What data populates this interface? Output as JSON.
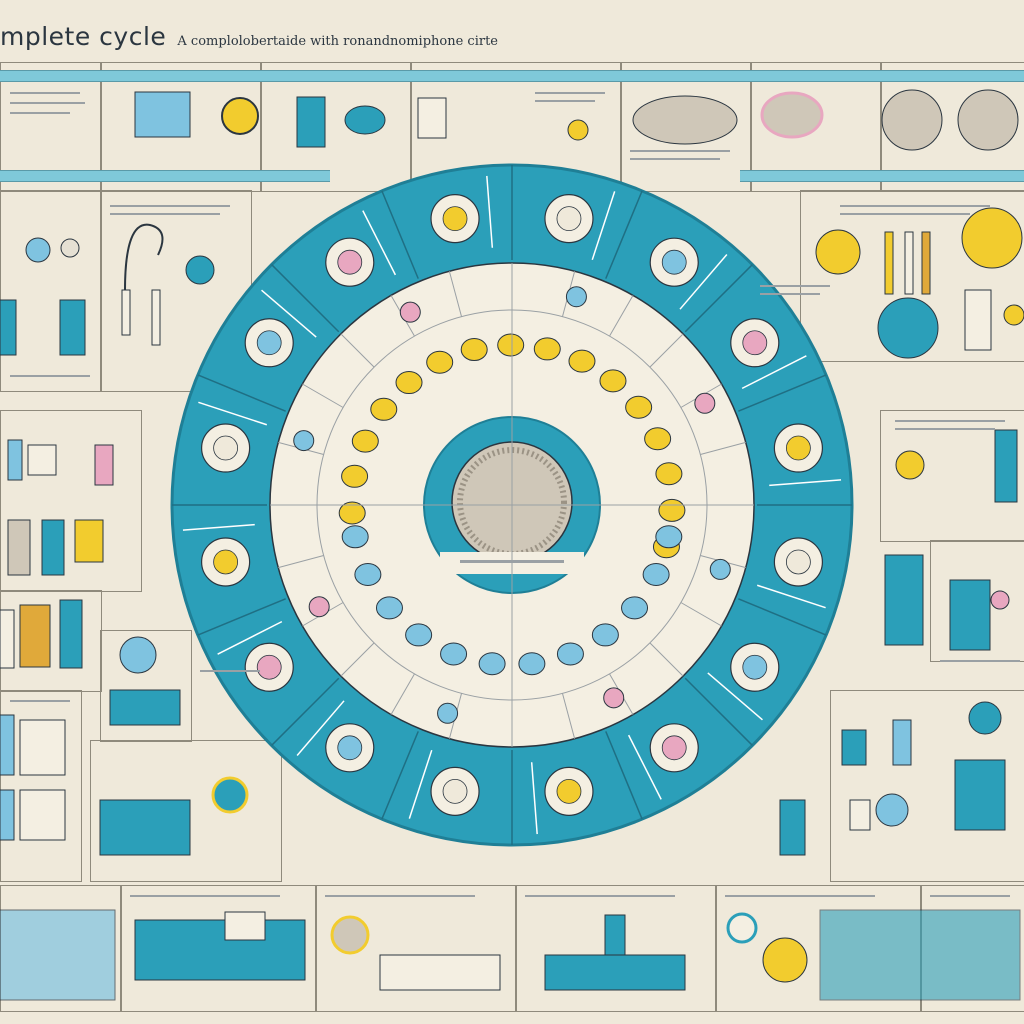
{
  "title": {
    "main": "mplete cycle",
    "sub": "A complolobertaide with ronandnomiphone cirte"
  },
  "colors": {
    "background": "#efe9da",
    "ring_outer": "#2b9fb9",
    "ring_dark": "#1f7f96",
    "header_band": "#7fc9d9",
    "yellow": "#f2cc2e",
    "light_blue": "#7fc3e0",
    "pink": "#e8a7c0",
    "ink": "#2b3640"
  },
  "icons": {
    "outer_ring": [
      "egg-cell-icon",
      "petri-dish-icon",
      "sample-dish-icon",
      "tissue-icon",
      "microscope-slide-icon",
      "pink-cell-icon",
      "embryo-icon",
      "organ-icon",
      "ultrasound-icon",
      "capsule-icon",
      "ovary-icon",
      "dish-icon",
      "pink-sample-icon",
      "cell-cluster-icon",
      "drop-icon",
      "vial-icon"
    ],
    "middle_yellow": 16,
    "middle_blue": 12
  }
}
